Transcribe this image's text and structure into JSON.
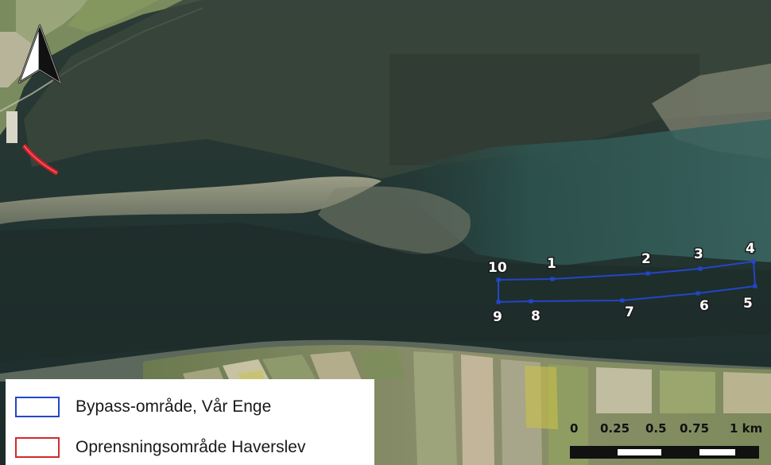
{
  "map": {
    "north_arrow_icon": "north-arrow-icon",
    "points": [
      {
        "label": "1",
        "lon_frac": 0.0,
        "note": "boundary vertex"
      },
      {
        "label": "2"
      },
      {
        "label": "3"
      },
      {
        "label": "4"
      },
      {
        "label": "5"
      },
      {
        "label": "6"
      },
      {
        "label": "7"
      },
      {
        "label": "8"
      },
      {
        "label": "9"
      },
      {
        "label": "10"
      }
    ]
  },
  "legend": {
    "items": [
      {
        "label": "Bypass-område, Vår Enge",
        "color": "#2346c8"
      },
      {
        "label": "Oprensningsområde Haverslev",
        "color": "#d42a2a"
      }
    ]
  },
  "scale_bar": {
    "labels": [
      "0",
      "0.25",
      "0.5",
      "0.75",
      "1 km"
    ]
  },
  "colors": {
    "bypass_outline": "#2346c8",
    "dredging_outline": "#c81e2a",
    "water_dark": "#1f2e2c",
    "sandbank": "#8a8f78",
    "land": "#7c8a5a"
  }
}
